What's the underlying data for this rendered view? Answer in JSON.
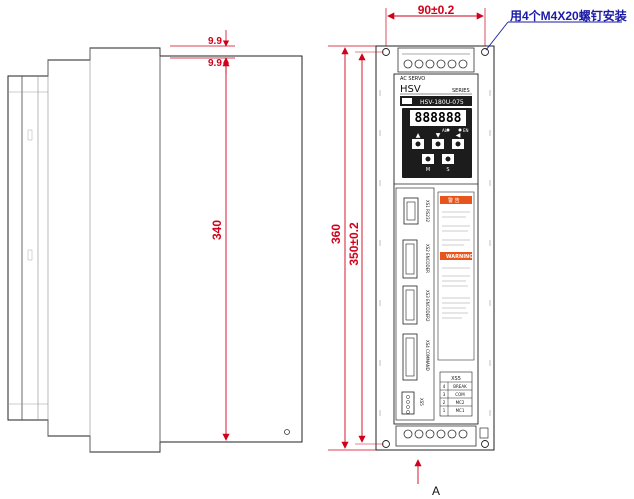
{
  "dimensions": {
    "top_width": "90±0.2",
    "mount_note": "用4个M4X20螺钉安装",
    "offset_top": "9.9",
    "offset_bottom": "9.9",
    "side_height": "340",
    "total_height": "360",
    "mount_height": "350±0.2",
    "arrow_label": "A"
  },
  "front": {
    "brand_line": "AC SERVO",
    "model_family": "HSV",
    "series": "SERIES",
    "model": "HSV-180U-075",
    "display": "888888",
    "led_labels": [
      "AL",
      "EN"
    ],
    "key_labels": [
      "M",
      "S"
    ],
    "connectors": [
      "XS1 RS232",
      "XS2 ENCODER",
      "XS3 ENCODER2",
      "XS4 COMMAND",
      "XS5"
    ],
    "warning_cn": "警 告",
    "warning_en": "WARNING",
    "xs5_title": "XS5",
    "xs5_rows": [
      {
        "pin": "4",
        "name": "BREAK"
      },
      {
        "pin": "3",
        "name": "COM"
      },
      {
        "pin": "2",
        "name": "MC2"
      },
      {
        "pin": "1",
        "name": "MC1"
      }
    ]
  },
  "colors": {
    "red_dim": "#d0021b",
    "blue_dim": "#1a1aa6",
    "panel_dark": "#1c1c1c",
    "warning_orange": "#e8551c"
  }
}
